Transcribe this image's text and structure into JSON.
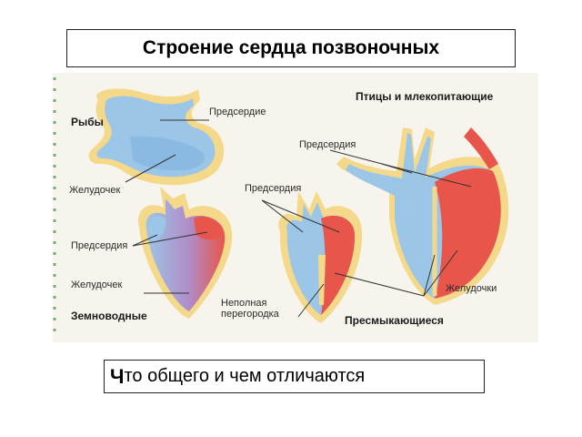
{
  "title": "Строение сердца позвоночных",
  "question": {
    "first_letter": "Ч",
    "rest": "то общего и чем отличаются"
  },
  "figure": {
    "groups": {
      "fish": "Рыбы",
      "birds_mammals": "Птицы и млекопитающие",
      "amphibians": "Земноводные",
      "reptiles": "Пресмыкающиеся"
    },
    "labels": {
      "fish_atrium": "Предсердие",
      "fish_ventricle": "Желудочек",
      "atria_birds": "Предсердия",
      "atria_reptiles": "Предсердия",
      "atria_amphibians": "Предсердия",
      "ventricle_amphibians": "Желудочек",
      "incomplete_septum": "Неполная перегородка",
      "ventricles": "Желудочки"
    },
    "colors": {
      "oxygen_poor": "#9cc6e8",
      "oxygen_rich": "#e8554a",
      "outline": "#f4d98a"
    }
  }
}
